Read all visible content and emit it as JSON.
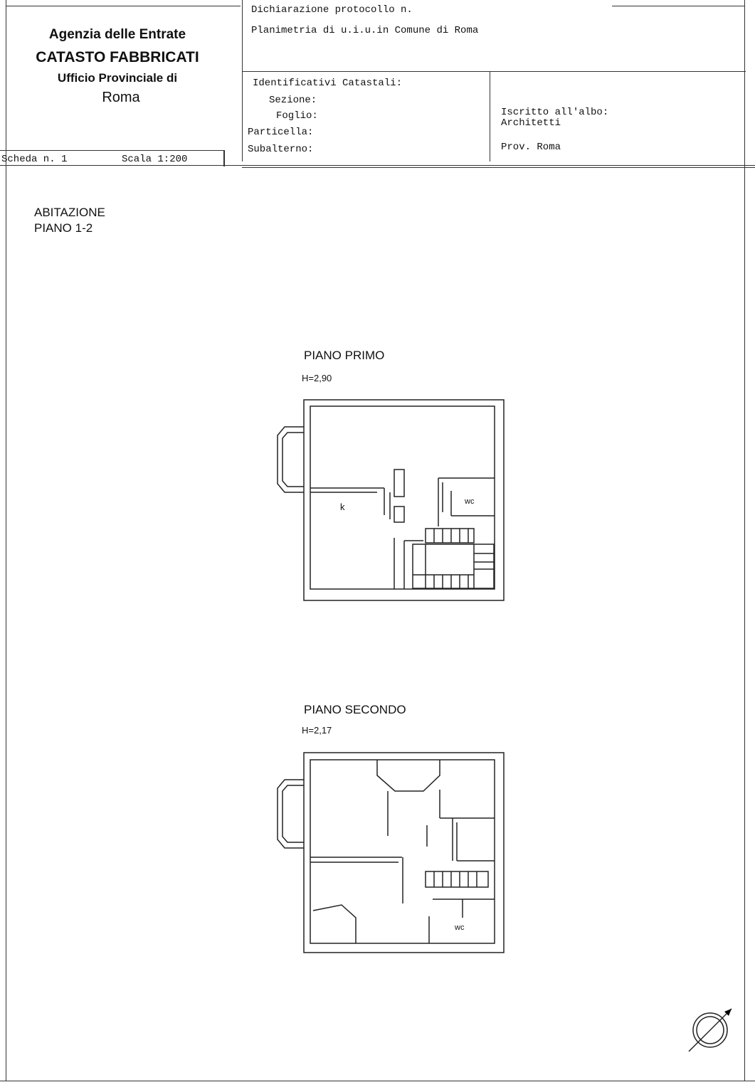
{
  "header": {
    "agency_line1": "Agenzia delle Entrate",
    "agency_line2": "CATASTO FABBRICATI",
    "agency_line3": "Ufficio Provinciale di",
    "agency_line4": "Roma",
    "protocol": "Dichiarazione protocollo n.",
    "planimetria": "Planimetria di u.i.u.in Comune di Roma",
    "identificativi": "Identificativi Catastali:",
    "sezione": "Sezione:",
    "foglio": "Foglio:",
    "particella": "Particella:",
    "subalterno": "Subalterno:",
    "iscritto": "Iscritto all'albo:",
    "albo": "Architetti",
    "prov": "Prov. Roma",
    "scheda": "Scheda n. 1",
    "scala": "Scala 1:200"
  },
  "body": {
    "type_line1": "ABITAZIONE",
    "type_line2": "PIANO 1-2"
  },
  "floors": [
    {
      "title": "PIANO PRIMO",
      "height": "H=2,90",
      "room_labels": [
        "k",
        "wc"
      ]
    },
    {
      "title": "PIANO SECONDO",
      "height": "H=2,17",
      "room_labels": [
        "wc"
      ]
    }
  ],
  "icons": {
    "north": "north-arrow-icon"
  }
}
